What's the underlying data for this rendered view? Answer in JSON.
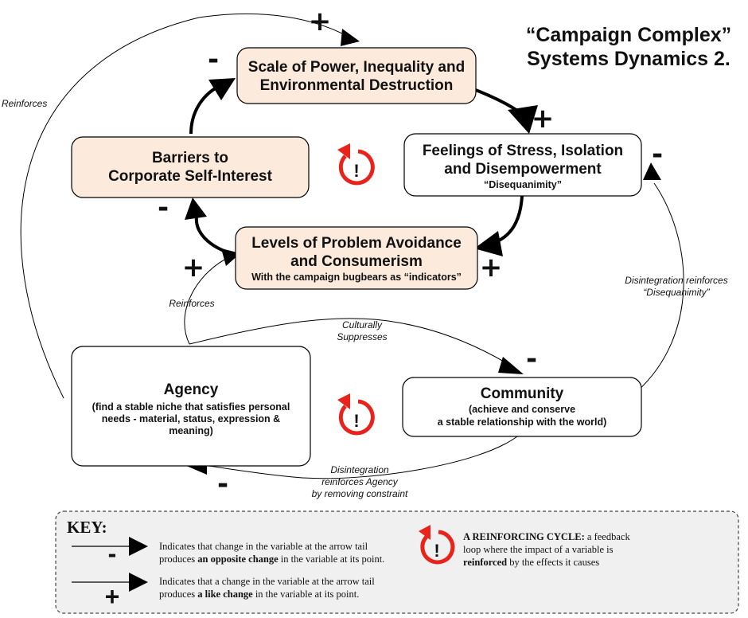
{
  "title": {
    "line1": "“Campaign Complex”",
    "line2": "Systems Dynamics 2."
  },
  "nodes": {
    "scale": {
      "line1": "Scale of Power, Inequality and",
      "line2": "Environmental Destruction"
    },
    "feelings": {
      "line1": "Feelings of Stress, Isolation",
      "line2": "and Disempowerment",
      "sub": "“Disequanimity”"
    },
    "levels": {
      "line1": "Levels of Problem Avoidance",
      "line2": "and Consumerism",
      "sub": "With the campaign bugbears as “indicators”"
    },
    "barriers": {
      "line1": "Barriers to",
      "line2": "Corporate Self-Interest"
    },
    "agency": {
      "title": "Agency",
      "sub1": "(find a stable niche that satisfies personal",
      "sub2": "needs - material, status, expression &",
      "sub3": "meaning)"
    },
    "community": {
      "title": "Community",
      "sub1": "(achieve and conserve",
      "sub2": "a stable relationship with the world)"
    }
  },
  "signs": {
    "plus": "+",
    "minus": "-"
  },
  "labels": {
    "reinforces_left": "Reinforces",
    "reinforces_mid": "Reinforces",
    "culturally1": "Culturally",
    "culturally2": "Suppresses",
    "disint_right1": "Disintegration reinforces",
    "disint_right2": "“Disequanimity”",
    "disint_bottom1": "Disintegration",
    "disint_bottom2": "reinforces Agency",
    "disint_bottom3": "by removing constraint"
  },
  "cycle_icon_mark": "!",
  "key": {
    "title": "KEY:",
    "minus_line1": "Indicates that change in the variable at the arrow tail",
    "minus_line2_a": "produces ",
    "minus_line2_b": "an opposite change",
    "minus_line2_c": " in the variable at its point.",
    "plus_line1": "Indicates that a change in the variable at the arrow tail",
    "plus_line2_a": "produces ",
    "plus_line2_b": "a like change",
    "plus_line2_c": " in the variable at its point.",
    "cycle_line1_a": "A REINFORCING CYCLE:",
    "cycle_line1_b": " a feedback",
    "cycle_line2": "loop where the impact of a variable is",
    "cycle_line3_a": "reinforced",
    "cycle_line3_b": " by the effects it causes"
  },
  "colors": {
    "node_fill": "#fcebdd",
    "white_node": "#ffffff",
    "key_bg": "#f0f0f0",
    "cycle_red": "#e8231c"
  }
}
